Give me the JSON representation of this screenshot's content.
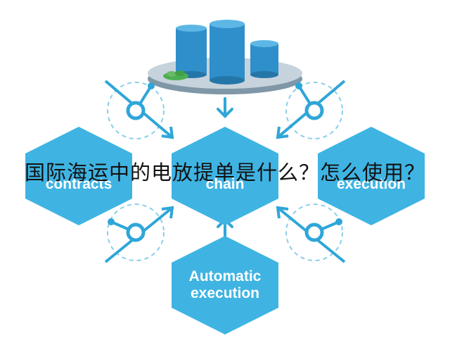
{
  "title": "国际海运中的电放提单是什么？怎么使用？",
  "hexagons": {
    "left": {
      "label": "contracts"
    },
    "center": {
      "label": "chain"
    },
    "right": {
      "label": "execution"
    },
    "bottom": {
      "line1": "Automatic",
      "line2": "execution"
    }
  },
  "colors": {
    "hex_fill": "#3FB4E3",
    "accent": "#2FA6D8",
    "dash": "#8ACFEA",
    "tray": "#8FA6B5",
    "cylinder": "#2E8FCB"
  }
}
